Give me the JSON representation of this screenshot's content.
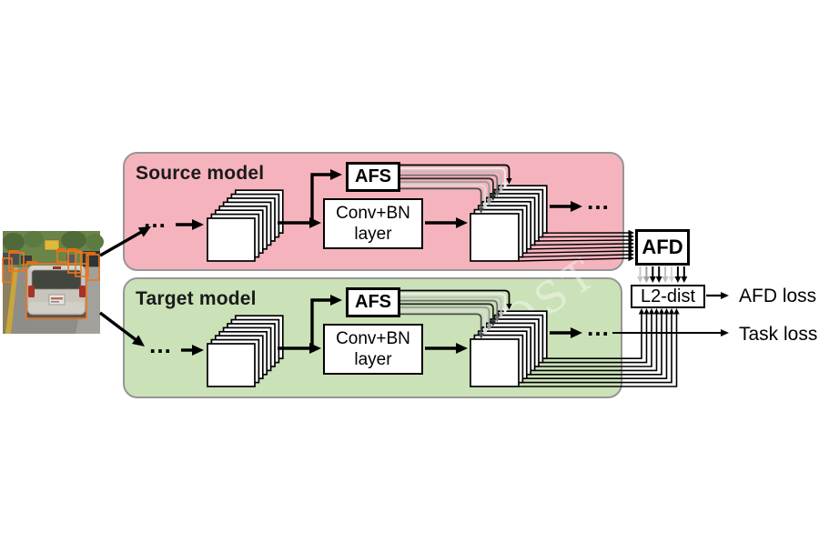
{
  "diagram": {
    "input_image": {
      "icon": "car-rear-view-detection-photo"
    },
    "source_model": {
      "title": "Source model",
      "afs": "AFS",
      "conv_line1": "Conv+BN",
      "conv_line2": "layer",
      "ellipsis_in": "…",
      "ellipsis_out": "…"
    },
    "target_model": {
      "title": "Target model",
      "afs": "AFS",
      "conv_line1": "Conv+BN",
      "conv_line2": "layer",
      "ellipsis_in": "…",
      "ellipsis_out": "…"
    },
    "afd": "AFD",
    "l2_dist": "L2-dist",
    "afd_loss": "AFD loss",
    "task_loss": "Task loss",
    "watermark": "OST"
  },
  "colors": {
    "source_fill": "#f5b4bd",
    "target_fill": "#cbe1b8",
    "model_border": "#969696",
    "line": "#000000",
    "detection_box_orange": "#f0761e",
    "fan_shades": [
      "#000000",
      "#ededed",
      "#bdbdbd",
      "#6e6e6e",
      "#2b2b2b",
      "#9a9a9a",
      "#dcdcdc",
      "#4a4a4a"
    ],
    "afd_l2_shades": [
      "#c8c8c8",
      "#a0a0a0",
      "#000000",
      "#000000",
      "#bdbdbd",
      "#d4d4d4",
      "#000000",
      "#000000"
    ]
  }
}
